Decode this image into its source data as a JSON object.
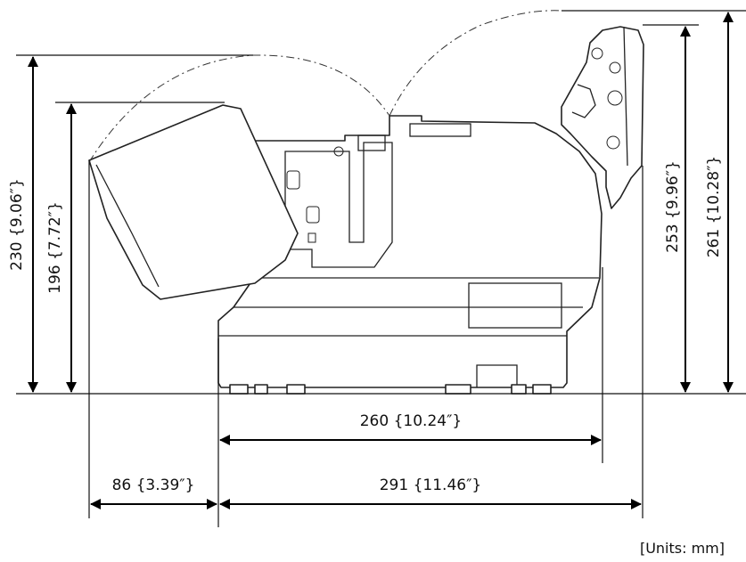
{
  "dimensions": {
    "h_230": "230 {9.06″}",
    "h_196": "196 {7.72″}",
    "h_253": "253 {9.96″}",
    "h_261": "261 {10.28″}",
    "w_260": "260 {10.24″}",
    "w_86": "86 {3.39″}",
    "w_291": "291 {11.46″}"
  },
  "units_label": "[Units: mm]"
}
